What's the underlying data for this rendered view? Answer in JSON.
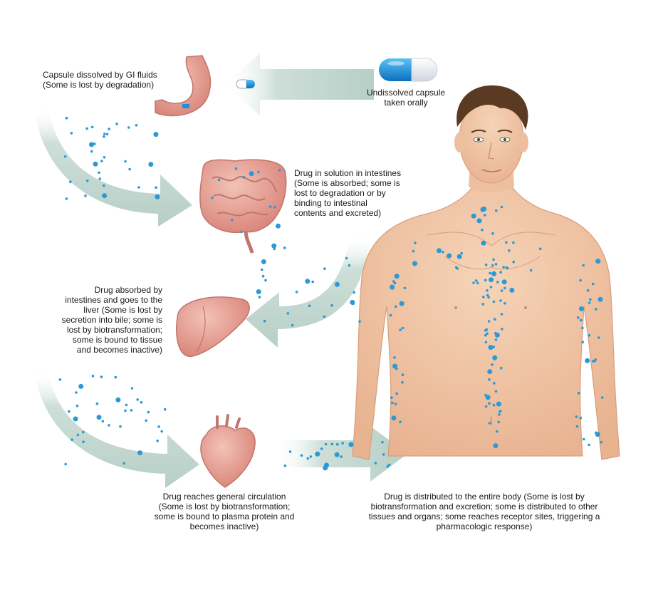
{
  "captions": {
    "capsule_taken": "Undissolved capsule\ntaken orally",
    "stomach": "Capsule dissolved by GI fluids\n(Some is lost by degradation)",
    "intestines": "Drug in solution in intestines\n(Some is absorbed; some is\nlost to degradation or by\nbinding to intestinal\ncontents and excreted)",
    "liver": "Drug absorbed by\nintestines and goes to the\nliver (Some is lost by\nsecretion into bile; some is\nlost by biotransformation;\nsome is bound to tissue\nand becomes inactive)",
    "circulation": "Drug reaches general circulation\n(Some is lost by biotransformation;\nsome is bound to plasma protein and\nbecomes inactive)",
    "body": "Drug is distributed to the entire body (Some is lost by\nbiotransformation and excretion; some is distributed to other\ntissues and organs; some reaches receptor sites, triggering a\npharmacologic response)"
  },
  "colors": {
    "capsule_blue": "#1e8fd8",
    "arrow_fill": "#c4d8d1",
    "drug_dot": "#2a9ad6",
    "skin": "#f2c9a8",
    "organ_pink": "#e8a49c",
    "hair": "#5a3a22"
  }
}
